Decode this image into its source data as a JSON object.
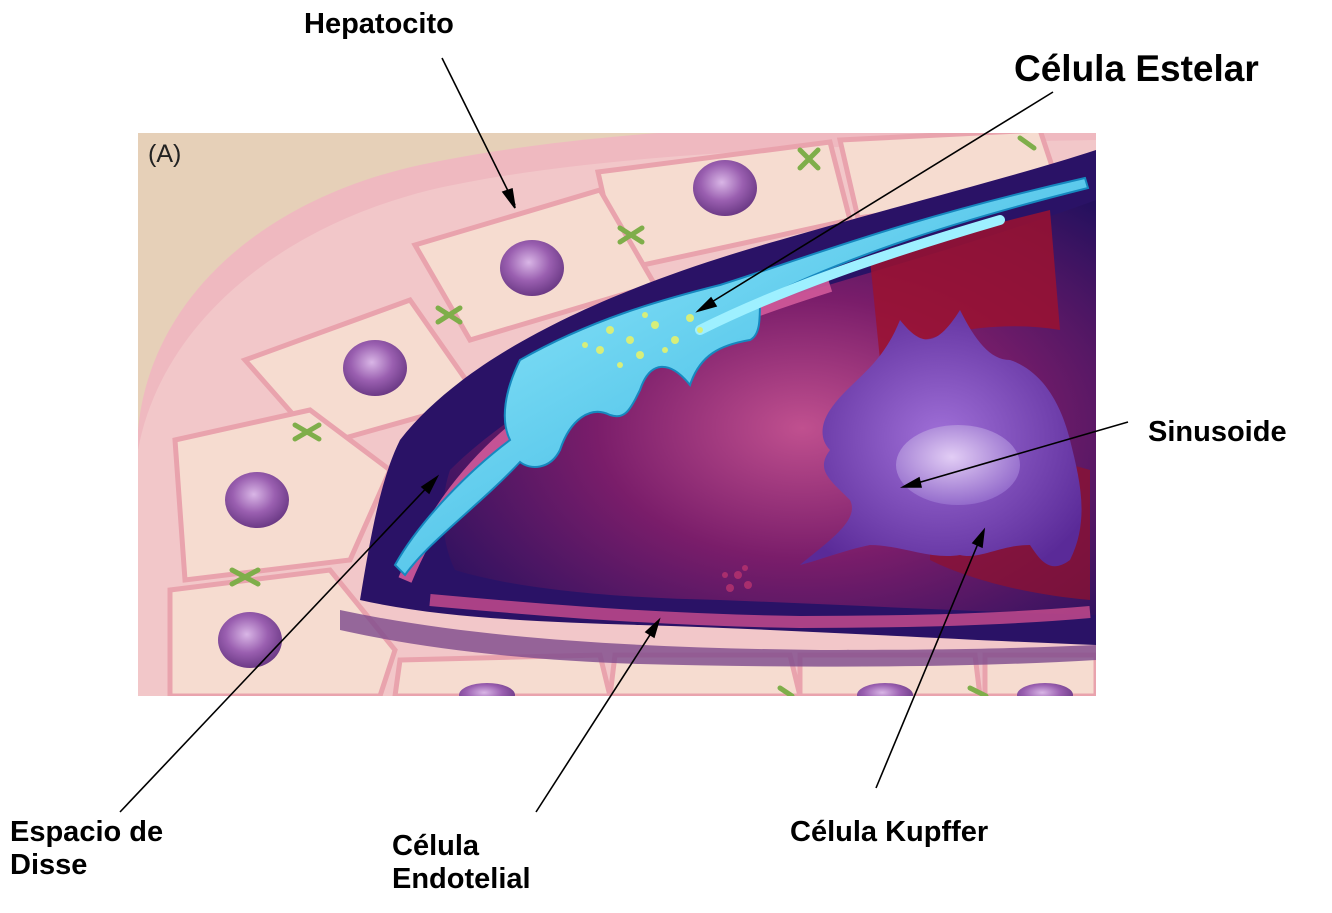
{
  "panel_label": "(A)",
  "labels": {
    "hepatocito": "Hepatocito",
    "celula_estelar": "Célula Estelar",
    "sinusoide": "Sinusoide",
    "espacio_de_disse_line1": "Espacio de",
    "espacio_de_disse_line2": "Disse",
    "celula_endotelial_line1": "Célula",
    "celula_endotelial_line2": "Endotelial",
    "celula_kupffer": "Célula Kupffer"
  },
  "colors": {
    "hepatocyte_fill": "#f6d9cf",
    "hepatocyte_border": "#e9a3ad",
    "nucleus": "#9a5fb0",
    "background_tan": "#e6d0b8",
    "sinusoid_dark": "#2a1266",
    "sinusoid_magenta": "#b03d8a",
    "blood_red": "#9b1230",
    "stellate_cyan": "#3ec8ee",
    "kupffer_purple": "#7b3fb8",
    "junction_green": "#7fae4a"
  }
}
